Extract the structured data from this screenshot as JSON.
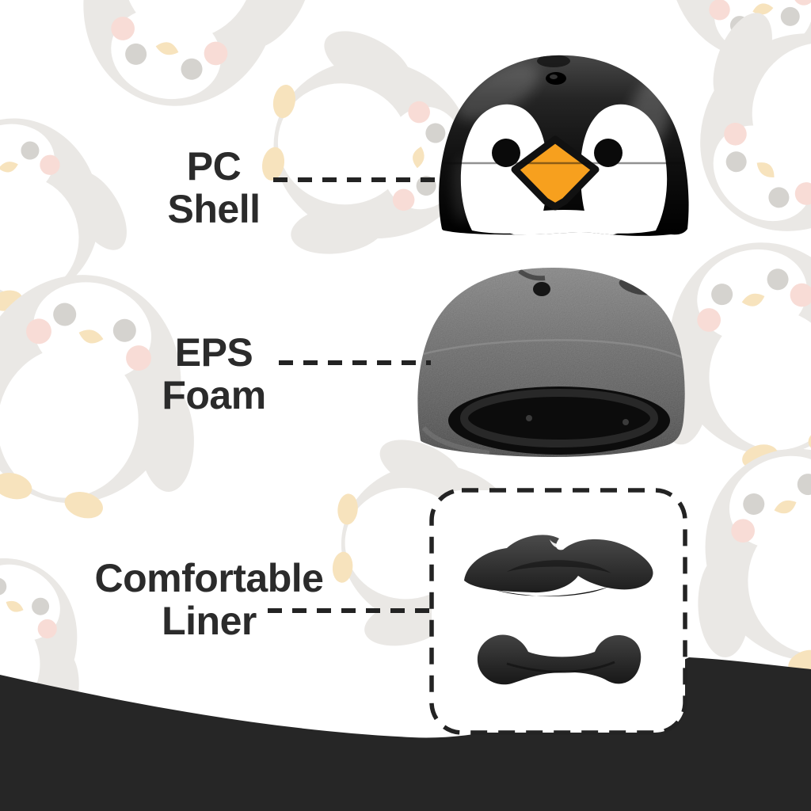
{
  "page": {
    "background_color": "#ffffff",
    "wave_color": "#262626",
    "text_color": "#2b2b2b",
    "accent_orange": "#F7A01E",
    "pattern": {
      "motif": "cartoon-penguin-pattern",
      "gray": "#EAE8E5",
      "cream": "#F7E3BD",
      "blush": "#F8DCD6",
      "eye_gray": "#D5D3CF"
    }
  },
  "labels": {
    "pc_shell": {
      "line1": "PC",
      "line2": "Shell"
    },
    "eps_foam": {
      "line1": "EPS",
      "line2": "Foam"
    },
    "comfortable_liner": {
      "line1": "Comfortable",
      "line2": "Liner"
    }
  },
  "parts": {
    "pc_shell_image": "penguin-face-pc-outer-shell",
    "eps_foam_image": "gray-eps-foam-dome",
    "liner_top_pad_image": "comfort-liner-top-pad",
    "liner_headband_image": "comfort-liner-headband-pad"
  }
}
